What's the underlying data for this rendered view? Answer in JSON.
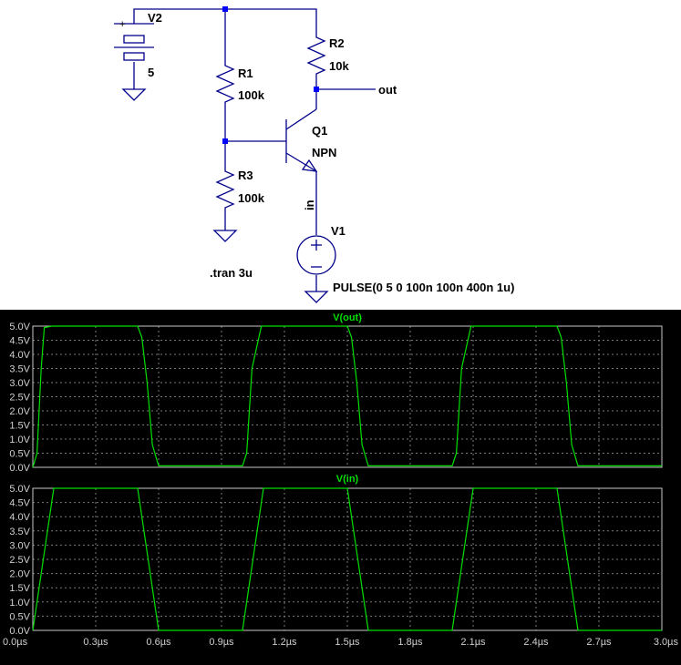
{
  "schematic": {
    "components": {
      "v2": {
        "name": "V2",
        "value": "5",
        "plus": "+"
      },
      "r1": {
        "name": "R1",
        "value": "100k"
      },
      "r2": {
        "name": "R2",
        "value": "10k"
      },
      "r3": {
        "name": "R3",
        "value": "100k"
      },
      "q1": {
        "name": "Q1",
        "type": "NPN"
      },
      "v1": {
        "name": "V1",
        "value": "PULSE(0 5 0 100n 100n 400n 1u)"
      }
    },
    "nets": {
      "out": "out",
      "in": "in"
    },
    "directive": ".tran 3u"
  },
  "colors": {
    "trace": "#00e000",
    "grid": "#7a7a7a",
    "axis": "#c8c8c8",
    "background": "#000000",
    "wire": "#00008b",
    "junction": "#0000ff"
  },
  "chart_data": [
    {
      "type": "line",
      "title": "V(out)",
      "xlim": [
        0,
        3.0
      ],
      "ylim": [
        0,
        5.0
      ],
      "yticks": [
        "0.0V",
        "0.5V",
        "1.0V",
        "1.5V",
        "2.0V",
        "2.5V",
        "3.0V",
        "3.5V",
        "4.0V",
        "4.5V",
        "5.0V"
      ],
      "series": [
        {
          "x": [
            0,
            0.02,
            0.04,
            0.055,
            0.09,
            0.5,
            0.52,
            0.545,
            0.57,
            0.6,
            1.0,
            1.02,
            1.045,
            1.09,
            1.5,
            1.52,
            1.545,
            1.57,
            1.6,
            2.0,
            2.02,
            2.045,
            2.09,
            2.5,
            2.52,
            2.545,
            2.57,
            2.6,
            3.0
          ],
          "y": [
            0,
            0.5,
            3.5,
            4.95,
            5.0,
            5.0,
            4.6,
            3.0,
            0.8,
            0.05,
            0.05,
            0.5,
            3.5,
            5.0,
            5.0,
            4.6,
            3.0,
            0.8,
            0.05,
            0.05,
            0.5,
            3.5,
            5.0,
            5.0,
            4.6,
            3.0,
            0.8,
            0.05,
            0.05
          ]
        }
      ]
    },
    {
      "type": "line",
      "title": "V(in)",
      "xlim": [
        0,
        3.0
      ],
      "xticks": [
        "0.0µs",
        "0.3µs",
        "0.6µs",
        "0.9µs",
        "1.2µs",
        "1.5µs",
        "1.8µs",
        "2.1µs",
        "2.4µs",
        "2.7µs",
        "3.0µs"
      ],
      "ylim": [
        0,
        5.0
      ],
      "yticks": [
        "0.0V",
        "0.5V",
        "1.0V",
        "1.5V",
        "2.0V",
        "2.5V",
        "3.0V",
        "3.5V",
        "4.0V",
        "4.5V",
        "5.0V"
      ],
      "series": [
        {
          "x": [
            0,
            0.1,
            0.5,
            0.6,
            1.0,
            1.1,
            1.5,
            1.6,
            2.0,
            2.1,
            2.5,
            2.6,
            3.0
          ],
          "y": [
            0,
            5,
            5,
            0,
            0,
            5,
            5,
            0,
            0,
            5,
            5,
            0,
            0
          ]
        }
      ]
    }
  ]
}
